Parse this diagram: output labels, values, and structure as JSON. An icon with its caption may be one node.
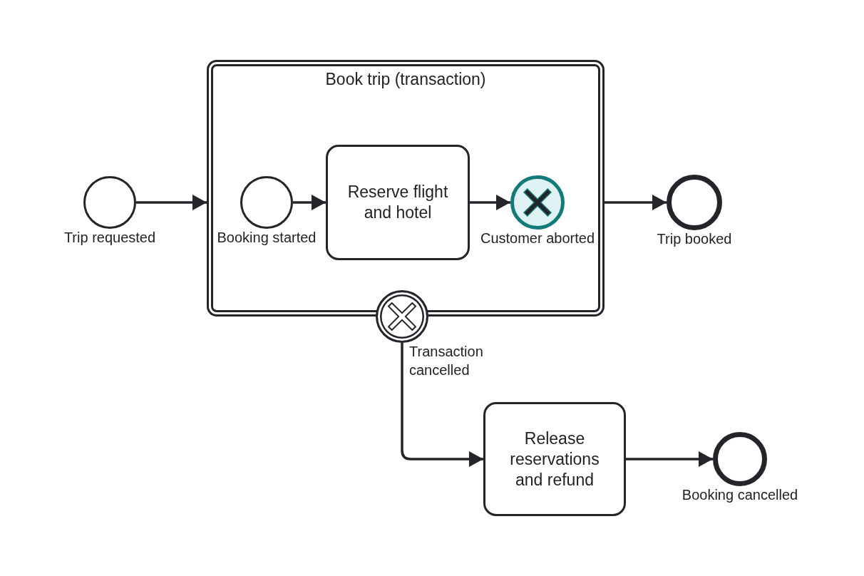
{
  "diagram": {
    "nodes": [
      {
        "text": [],
        "shape": "circle",
        "beside": [
          "Trip requested"
        ]
      },
      {
        "text": [
          "Book trip (transaction)"
        ]
      },
      {
        "text": [],
        "shape": "circle",
        "beside": [
          "Booking started"
        ],
        "in": 1
      },
      {
        "text": [
          "Reserve flight and hotel"
        ],
        "in": 1
      },
      {
        "text": [],
        "shape": "circle",
        "beside": [
          "Customer aborted"
        ],
        "in": 1
      },
      {
        "text": [],
        "shape": "circle",
        "beside": [
          "Trip booked"
        ]
      },
      {
        "text": [],
        "shape": "circle",
        "beside": [
          "Transaction cancelled"
        ]
      },
      {
        "text": [
          "Release reservations and refund"
        ]
      },
      {
        "text": [],
        "shape": "circle",
        "beside": [
          "Booking cancelled"
        ]
      }
    ],
    "edges": [
      {
        "from": 0,
        "to": 1,
        "arrow": "to"
      },
      {
        "from": 2,
        "to": 3,
        "arrow": "to"
      },
      {
        "from": 3,
        "to": 4,
        "arrow": "to"
      },
      {
        "from": 1,
        "to": 5,
        "arrow": "to"
      },
      {
        "from": 6,
        "to": 7,
        "arrow": "to"
      },
      {
        "from": 7,
        "to": 8,
        "arrow": "to"
      }
    ]
  }
}
